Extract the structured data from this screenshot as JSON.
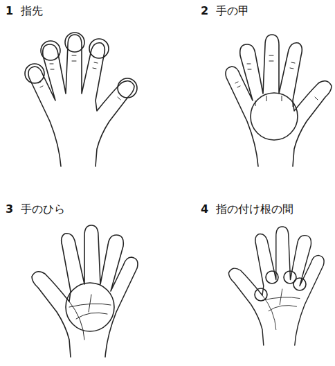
{
  "diagram": {
    "labels": [
      "1",
      "指先",
      "2",
      "手の甲",
      "3",
      "手のひら",
      "4",
      "指の付け根の間"
    ]
  }
}
